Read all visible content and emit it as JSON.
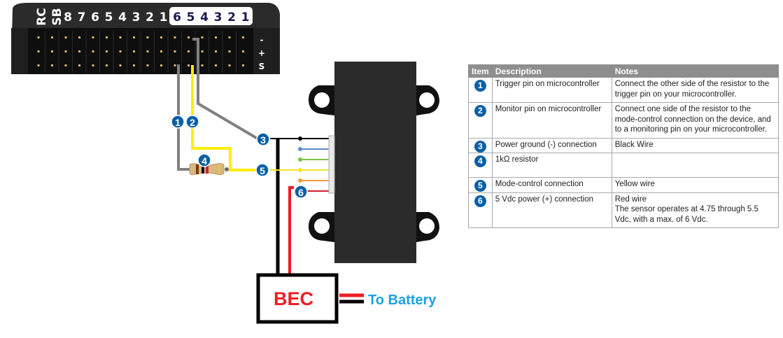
{
  "diagram": {
    "controller": {
      "labels_left": [
        "RC",
        "SB"
      ],
      "labels_rc": [
        "8",
        "7",
        "6",
        "5",
        "4",
        "3",
        "2",
        "1"
      ],
      "labels_highlight": [
        "6",
        "5",
        "4",
        "3",
        "2",
        "1"
      ],
      "rail_labels": [
        "-",
        "+",
        "S"
      ]
    },
    "badges": [
      "1",
      "2",
      "3",
      "4",
      "5",
      "6"
    ],
    "bec_label": "BEC",
    "battery_label": "To Battery",
    "wire_colors": {
      "black": "#000000",
      "blue": "#5b8fcf",
      "green": "#7ac143",
      "yellow": "#f0e62a",
      "orange": "#f59a3b",
      "red": "#d0202e",
      "gray": "#808080",
      "bright_yellow": "#ffee00",
      "bec_red": "#ee1c24"
    },
    "badge_color": "#0b5fa5"
  },
  "table": {
    "headers": [
      "Item",
      "Description",
      "Notes"
    ],
    "rows": [
      {
        "item": "1",
        "description": "Trigger pin on microcontroller",
        "notes": [
          "Connect the other side of the resistor to the trigger pin on your microcontroller."
        ]
      },
      {
        "item": "2",
        "description": "Monitor pin on microcontroller",
        "notes": [
          "Connect one side of the resistor to the mode-control connection on the device, and to a monitoring pin on your microcontroller."
        ]
      },
      {
        "item": "3",
        "description": "Power ground (-) connection",
        "notes": [
          "Black Wire"
        ]
      },
      {
        "item": "4",
        "description": "1kΩ resistor",
        "notes": [
          ""
        ]
      },
      {
        "item": "5",
        "description": "Mode-control connection",
        "notes": [
          "Yellow wire"
        ]
      },
      {
        "item": "6",
        "description": "5 Vdc power (+) connection",
        "notes": [
          "Red wire",
          "The sensor operates at 4.75 through 5.5 Vdc, with a max. of 6 Vdc."
        ]
      }
    ]
  }
}
